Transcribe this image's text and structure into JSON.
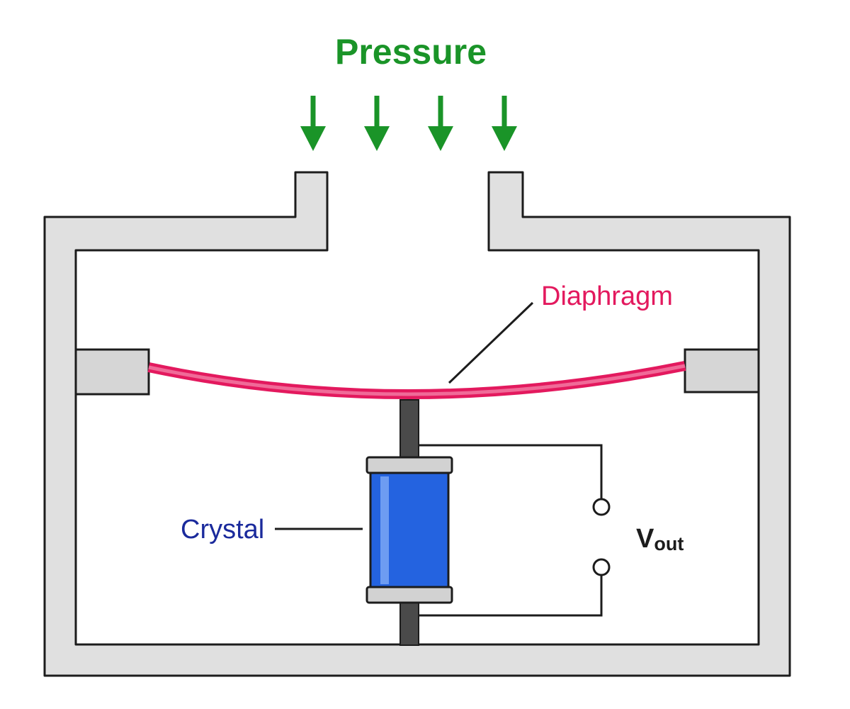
{
  "title": "Pressure",
  "labels": {
    "diaphragm": "Diaphragm",
    "crystal": "Crystal",
    "vout_main": "V",
    "vout_sub": "out"
  },
  "arrows": {
    "count": 4
  },
  "colors": {
    "pressure": "#1a9428",
    "diaphragm": "#e3195e",
    "diaphragm_light": "#f06a98",
    "crystal_label": "#1a2a9c",
    "crystal_body": "#2463e0",
    "crystal_highlight": "#6d9cf2",
    "housing_fill": "#e0e0e0",
    "outline": "#1c1c1c",
    "rod": "#4a4a4a",
    "wire": "#1c1c1c",
    "cap": "#d2d2d2"
  },
  "icons": {
    "pressure_arrow": "down-arrow-icon",
    "terminal": "circle-terminal-icon"
  }
}
